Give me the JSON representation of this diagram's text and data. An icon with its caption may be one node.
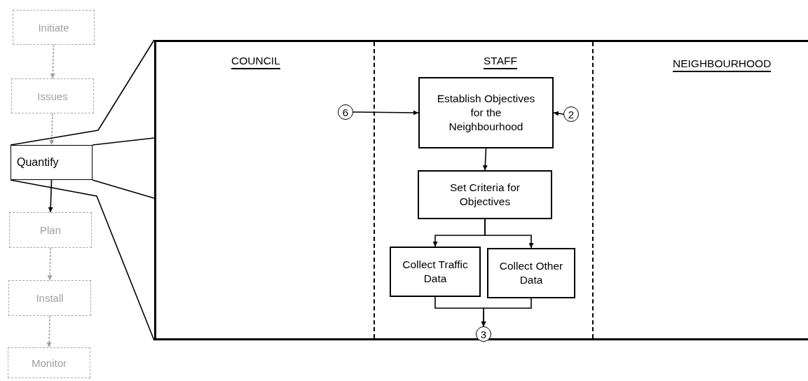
{
  "diagram": {
    "nodes": [
      {
        "text": [
          "Initiate"
        ]
      },
      {
        "text": [
          "Issues"
        ]
      },
      {
        "text": [
          "Quantify"
        ]
      },
      {
        "text": [
          "Plan"
        ]
      },
      {
        "text": [
          "Install"
        ]
      },
      {
        "text": [
          "Monitor"
        ]
      },
      {
        "text": [],
        "shape": "box"
      },
      {
        "text": [
          "Establish Objectives for the Neighbourhood"
        ],
        "in": 6
      },
      {
        "text": [
          "Set Criteria for Objectives"
        ],
        "in": 6
      },
      {
        "text": [
          "Collect Traffic Data"
        ],
        "in": 6
      },
      {
        "text": [
          "Collect Other Data"
        ],
        "in": 6
      },
      {
        "text": [
          "6"
        ],
        "in": 6
      },
      {
        "text": [
          "2"
        ],
        "in": 6
      },
      {
        "text": [
          "3"
        ],
        "in": 6
      }
    ],
    "edges": [
      {
        "from": 0,
        "to": 1,
        "arrow": "to",
        "style": "dashed",
        "color": "#a0a0a0"
      },
      {
        "from": 1,
        "to": 2,
        "arrow": "to",
        "style": "dashed",
        "color": "#a0a0a0"
      },
      {
        "from": 2,
        "to": 3,
        "arrow": "to"
      },
      {
        "from": 3,
        "to": 4,
        "arrow": "to",
        "style": "dashed",
        "color": "#a0a0a0"
      },
      {
        "from": 4,
        "to": 5,
        "arrow": "to",
        "style": "dashed",
        "color": "#a0a0a0"
      },
      {
        "from": 11,
        "to": 7,
        "arrow": "to"
      },
      {
        "from": 12,
        "to": 7,
        "arrow": "to"
      },
      {
        "from": 7,
        "to": 8,
        "arrow": "to"
      },
      {
        "from": 8,
        "to": 9,
        "arrow": "to"
      },
      {
        "from": 8,
        "to": 10,
        "arrow": "to"
      },
      {
        "from": 9,
        "to": 13,
        "arrow": "to"
      },
      {
        "from": 10,
        "to": 13,
        "arrow": "to"
      },
      {
        "from": 2,
        "to": 6,
        "arrow": "none"
      },
      {
        "from": 2,
        "to": 6,
        "arrow": "none"
      },
      {
        "from": 2,
        "to": 6,
        "arrow": "none"
      },
      {
        "from": 2,
        "to": 6,
        "arrow": "none"
      }
    ],
    "labels": [
      "COUNCIL",
      "STAFF",
      "NEIGHBOURHOOD"
    ]
  }
}
